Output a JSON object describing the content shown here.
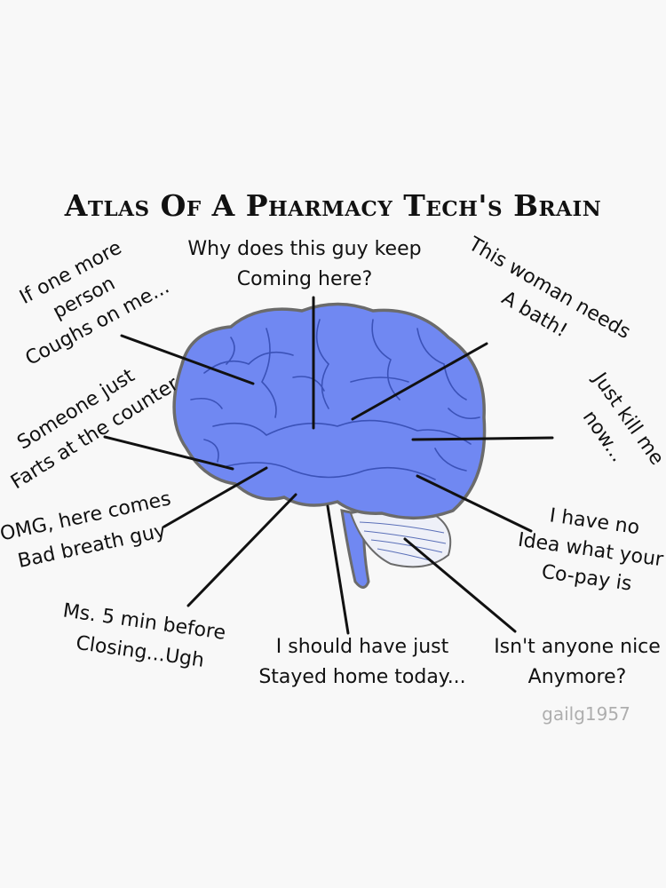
{
  "title": "Atlas Of A Pharmacy Tech's Brain",
  "colors": {
    "brain_fill": "#7088f2",
    "brain_lines": "#3b52b8",
    "outline": "#6b6b6b",
    "text": "#111111"
  },
  "labels": {
    "why_guy": [
      "Why does this guy keep",
      "Coming here?"
    ],
    "coughs": [
      "If one more",
      "person",
      "Coughs on me..."
    ],
    "farts": [
      "Someone just",
      "Farts at the counter"
    ],
    "omg": [
      "OMG, here comes",
      "Bad breath guy"
    ],
    "ms5": [
      "Ms. 5 min before",
      "Closing...Ugh"
    ],
    "stayed_home": [
      "I should have just",
      "Stayed home today..."
    ],
    "nice": [
      "Isn't anyone nice",
      "Anymore?"
    ],
    "copay": [
      "I have no",
      "Idea what your",
      "Co-pay is"
    ],
    "kill": [
      "Just kill me",
      "now..."
    ],
    "bath": [
      "This woman needs",
      "A bath!"
    ]
  },
  "watermark": "gailg1957"
}
